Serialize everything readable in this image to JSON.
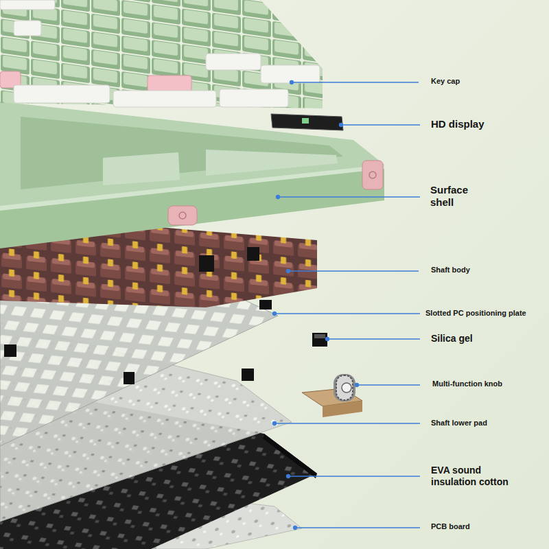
{
  "diagram": {
    "labels": [
      "Key cap",
      "HD display",
      "Surface shell",
      "Shaft body",
      "Slotted PC positioning plate",
      "Silica gel",
      "Multi-function knob",
      "Shaft lower pad",
      "EVA sound insulation cotton",
      "PCB board"
    ]
  }
}
